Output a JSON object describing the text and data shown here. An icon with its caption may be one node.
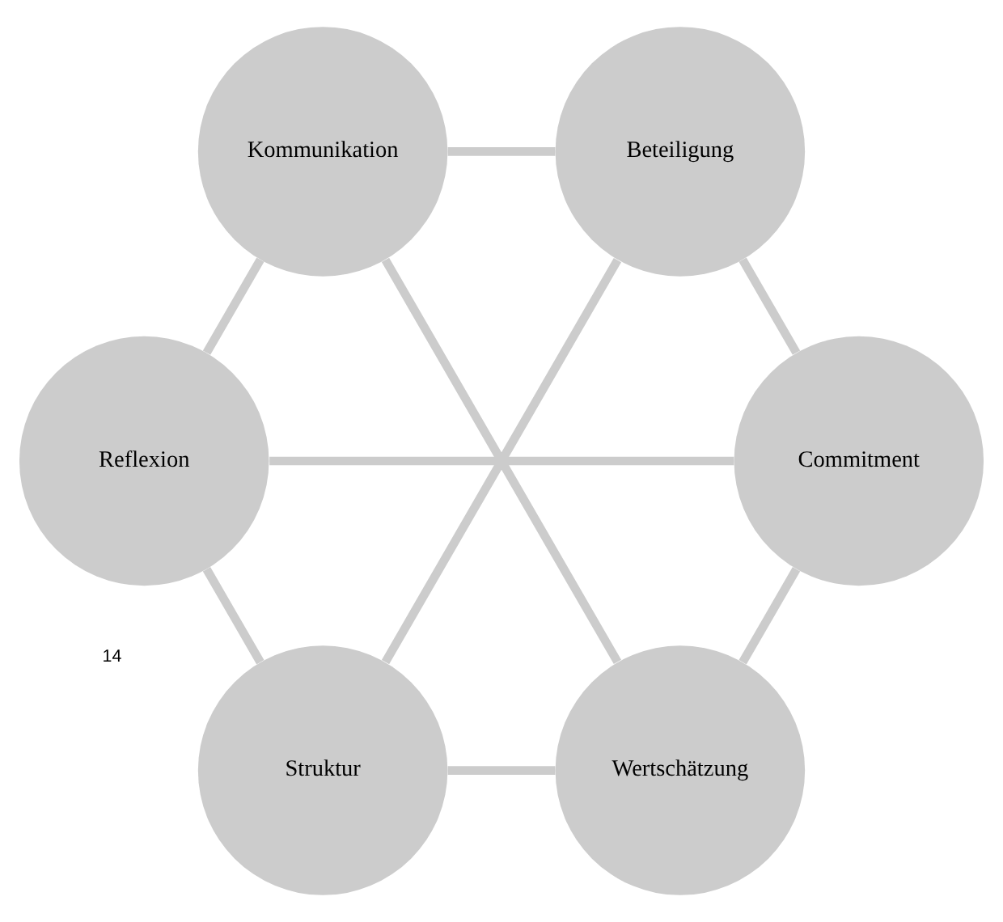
{
  "diagram": {
    "nodes": [
      {
        "text": [
          "Wertschätzung"
        ]
      },
      {
        "text": [
          "Commitment"
        ]
      },
      {
        "text": [
          "Reflexion"
        ]
      },
      {
        "text": [
          "Kommunikation"
        ]
      },
      {
        "text": [
          "Beteiligung"
        ]
      },
      {
        "text": [
          "Struktur"
        ]
      }
    ],
    "edges": [
      {
        "from": 0,
        "to": 1,
        "arrow": "none"
      },
      {
        "from": 1,
        "to": 2,
        "arrow": "none"
      },
      {
        "from": 2,
        "to": 3,
        "arrow": "none"
      },
      {
        "from": 3,
        "to": 4,
        "arrow": "none"
      },
      {
        "from": 4,
        "to": 5,
        "arrow": "none"
      },
      {
        "from": 5,
        "to": 0,
        "arrow": "none"
      },
      {
        "from": 0,
        "to": 3,
        "arrow": "none"
      },
      {
        "from": 1,
        "to": 4,
        "arrow": "none"
      },
      {
        "from": 5,
        "to": 2,
        "arrow": "none"
      }
    ],
    "labels": [
      "14"
    ]
  }
}
